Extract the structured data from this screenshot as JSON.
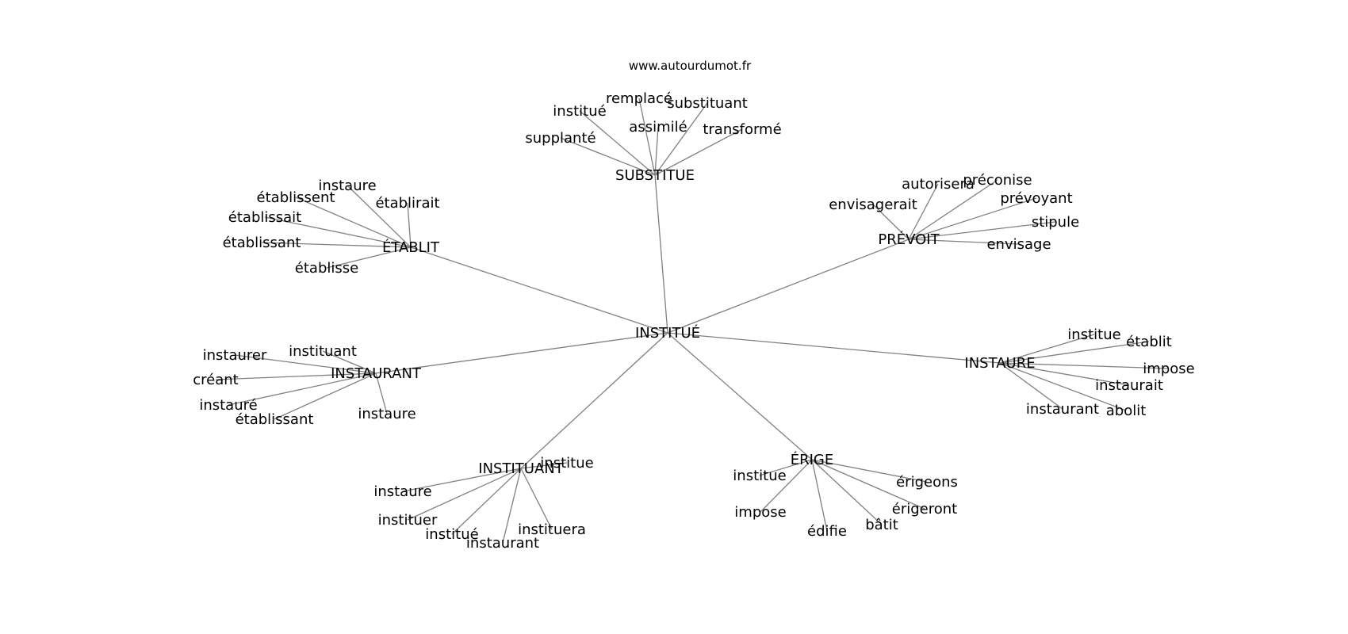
{
  "site": "www.autourdumot.fr",
  "center": "INSTITUÉ",
  "colors": {
    "edge": "#808080",
    "text": "#000000",
    "background": "#ffffff"
  },
  "groups": [
    {
      "hub": "SUBSTITUE",
      "words": [
        "remplacé",
        "substituant",
        "institué",
        "assimilé",
        "transformé",
        "supplanté"
      ]
    },
    {
      "hub": "PRÉVOIT",
      "words": [
        "autorisera",
        "préconise",
        "prévoyant",
        "envisagerait",
        "stipule",
        "envisage"
      ]
    },
    {
      "hub": "ÉTABLIT",
      "words": [
        "instaure",
        "établissent",
        "établirait",
        "établissait",
        "établissant",
        "établisse"
      ]
    },
    {
      "hub": "INSTAURANT",
      "words": [
        "instaurer",
        "instituant",
        "créant",
        "instauré",
        "établissant",
        "instaure"
      ]
    },
    {
      "hub": "INSTAURE",
      "words": [
        "institue",
        "établit",
        "impose",
        "instaurait",
        "instaurant",
        "abolit"
      ]
    },
    {
      "hub": "INSTITUANT",
      "words": [
        "institue",
        "instaure",
        "instituer",
        "institué",
        "instaurant",
        "instituera"
      ]
    },
    {
      "hub": "ÉRIGE",
      "words": [
        "institue",
        "érigeons",
        "impose",
        "érigeront",
        "édifie",
        "bâtit"
      ]
    }
  ]
}
